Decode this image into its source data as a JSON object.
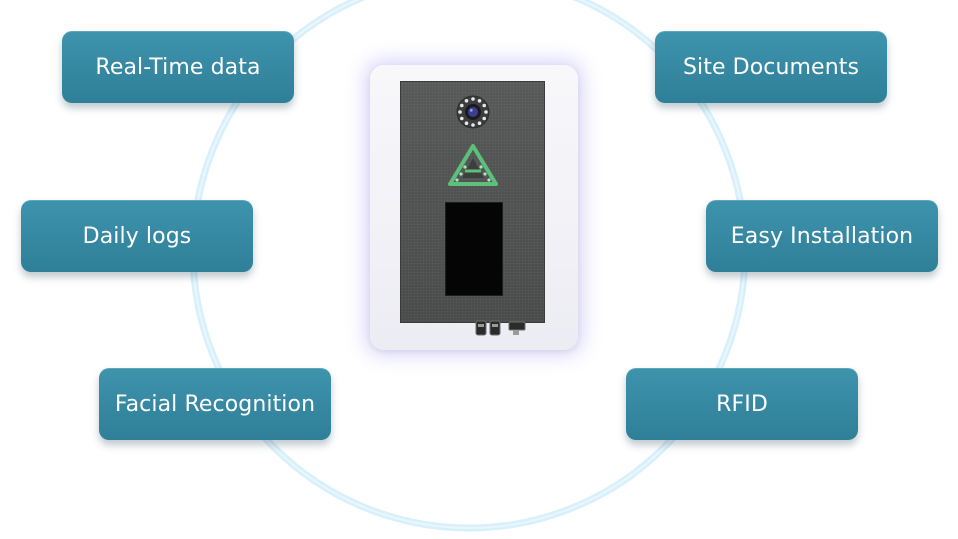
{
  "features": [
    {
      "key": "real-time-data",
      "label": "Real-Time data"
    },
    {
      "key": "site-documents",
      "label": "Site Documents"
    },
    {
      "key": "daily-logs",
      "label": "Daily logs"
    },
    {
      "key": "easy-installation",
      "label": "Easy Installation"
    },
    {
      "key": "facial-recognition",
      "label": "Facial Recognition"
    },
    {
      "key": "rfid",
      "label": "RFID"
    }
  ],
  "colors": {
    "pill": "#3389a3",
    "ring": "#d6effa",
    "device_panel": "#4e5050",
    "device_glow": "#8c82eb",
    "logo_green": "#5dbf7a"
  },
  "device": {
    "icons": [
      "camera-icon",
      "logo-icon",
      "display-screen",
      "port-connectors"
    ]
  }
}
